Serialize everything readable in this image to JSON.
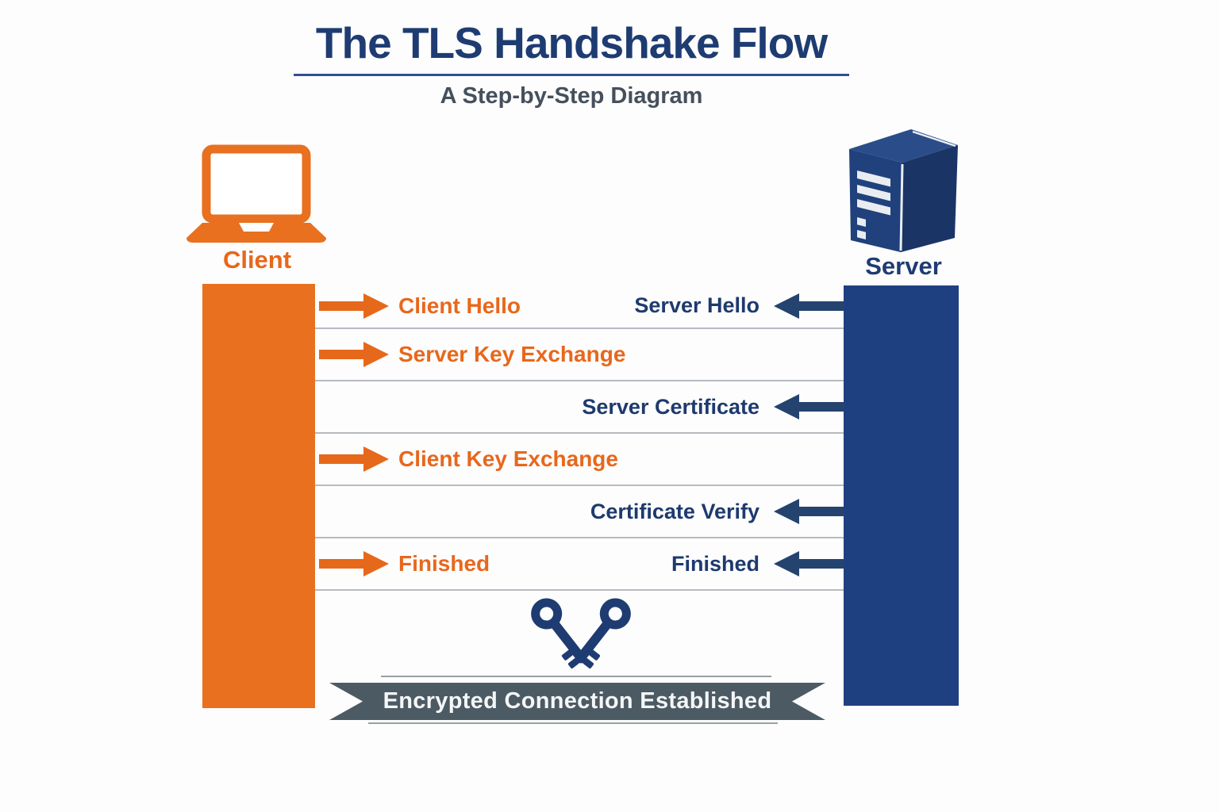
{
  "header": {
    "title": "The TLS Handshake Flow",
    "subtitle": "A Step-by-Step Diagram"
  },
  "client": {
    "label": "Client",
    "icon": "laptop-icon",
    "color": "#e8701f"
  },
  "server": {
    "label": "Server",
    "icon": "server-icon",
    "color": "#1f4080"
  },
  "messages": {
    "rows": [
      {
        "left": "Client Hello",
        "right": "Server Hello"
      },
      {
        "left": "Server Key Exchange",
        "right": ""
      },
      {
        "left": "",
        "right": "Server Certificate"
      },
      {
        "left": "Client Key Exchange",
        "right": ""
      },
      {
        "left": "",
        "right": "Certificate Verify"
      },
      {
        "left": "Finished",
        "right": "Finished"
      }
    ]
  },
  "banner": {
    "label": "Encrypted Connection Established",
    "icon": "crossed-keys-icon",
    "color": "#4c5a63"
  },
  "colors": {
    "client_orange": "#e8701f",
    "orange_text": "#e8671c",
    "server_navy": "#1f4080",
    "navy_text": "#1e3a6e",
    "title_navy": "#1e3c72",
    "subtitle_gray": "#45505c",
    "separator_gray": "#b6bbc0",
    "ribbon_slate": "#4c5a63"
  }
}
